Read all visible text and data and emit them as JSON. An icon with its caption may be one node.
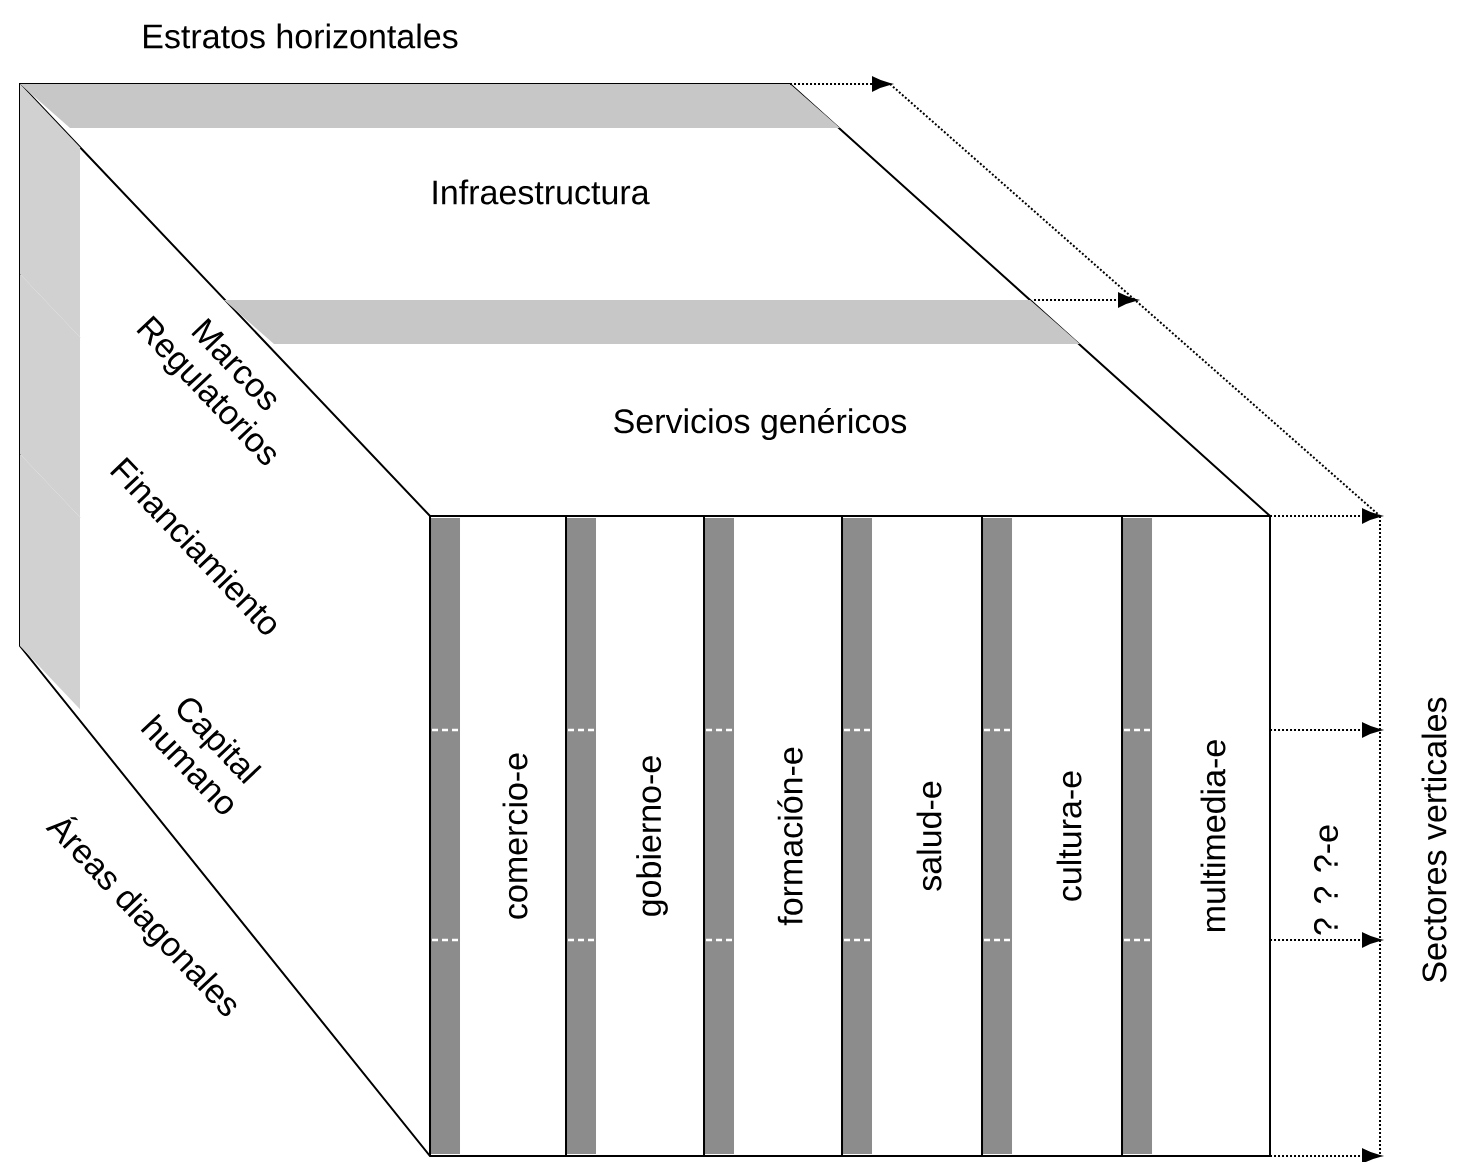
{
  "diagram": {
    "nodes": [
      {
        "text": [
          "Infraestructura"
        ]
      },
      {
        "text": [
          "Servicios genéricos"
        ]
      },
      {
        "text": [
          "Marcos Regulatorios"
        ]
      },
      {
        "text": [
          "Financiamiento"
        ]
      },
      {
        "text": [
          "Capital humano"
        ]
      },
      {
        "text": [
          "comercio-e"
        ]
      },
      {
        "text": [
          "gobierno-e"
        ]
      },
      {
        "text": [
          "formación-e"
        ]
      },
      {
        "text": [
          "salud-e"
        ]
      },
      {
        "text": [
          "cultura-e"
        ]
      },
      {
        "text": [
          "multimedia-e"
        ]
      }
    ],
    "labels": [
      "Estratos horizontales",
      "Áreas diagonales",
      "? ? ?-e",
      "Sectores verticales"
    ]
  }
}
